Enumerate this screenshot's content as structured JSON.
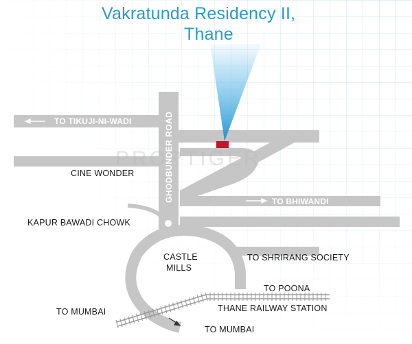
{
  "title": {
    "line1": "Vakratunda Residency II,",
    "line2": "Thane"
  },
  "roads": {
    "ghodbunder": "GHODBUNDER ROAD",
    "tikuji": "TO TIKUJI-NI-WADI",
    "bhiwandi": "TO BHIWANDI"
  },
  "labels": {
    "cine_wonder": "CINE WONDER",
    "kapur_bawadi": "KAPUR BAWADI CHOWK",
    "castle_mills_1": "CASTLE",
    "castle_mills_2": "MILLS",
    "shrirang": "TO SHRIRANG SOCIETY",
    "poona": "TO POONA",
    "railway": "THANE RAILWAY STATION",
    "mumbai_left": "TO MUMBAI",
    "mumbai_bottom": "TO MUMBAI"
  },
  "watermark": "PROPTIGER",
  "colors": {
    "road": "#c6c6c6",
    "title": "#2a9bc7",
    "marker": "#c0152a",
    "beam": "#3aa8e0",
    "rail": "#9a9a9a"
  }
}
